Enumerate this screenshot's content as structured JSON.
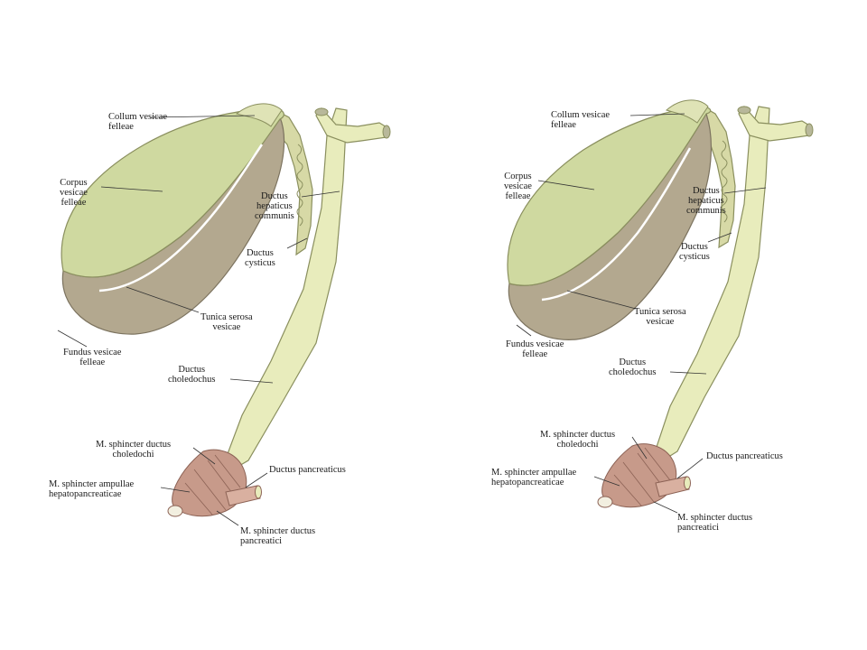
{
  "colors": {
    "gallbladder_body": "#cfd9a0",
    "gallbladder_fundus": "#b3a88f",
    "duct": "#e8ecbc",
    "duct_outline": "#8a8f5e",
    "sphincter": "#c79a8a",
    "leader": "#333333"
  },
  "panels": [
    {
      "labels": {
        "collum": "Collum vesicae\nfelleae",
        "corpus": "Corpus\nvesicae\nfelleae",
        "hepaticus": "Ductus\nhepaticus\ncommunis",
        "cysticus": "Ductus\ncysticus",
        "serosa": "Tunica serosa\nvesicae",
        "fundus": "Fundus vesicae\nfelleae",
        "choledochus": "Ductus\ncholedochus",
        "sphincter_choledochi": "M. sphincter ductus\ncholedochi",
        "sphincter_ampullae": "M. sphincter ampullae\nhepatopancreaticae",
        "pancreaticus": "Ductus pancreaticus",
        "sphincter_pancreatici": "M. sphincter ductus\npancreatici"
      }
    },
    {
      "labels": {
        "collum": "Collum vesicae\nfelleae",
        "corpus": "Corpus\nvesicae\nfelleae",
        "hepaticus": "Ductus\nhepaticus\ncommunis",
        "cysticus": "Ductus\ncysticus",
        "serosa": "Tunica serosa\nvesicae",
        "fundus": "Fundus vesicae\nfelleae",
        "choledochus": "Ductus\ncholedochus",
        "sphincter_choledochi": "M. sphincter ductus\ncholedochi",
        "sphincter_ampullae": "M. sphincter ampullae\nhepatopancreaticae",
        "pancreaticus": "Ductus pancreaticus",
        "sphincter_pancreatici": "M. sphincter ductus\npancreatici"
      }
    }
  ]
}
